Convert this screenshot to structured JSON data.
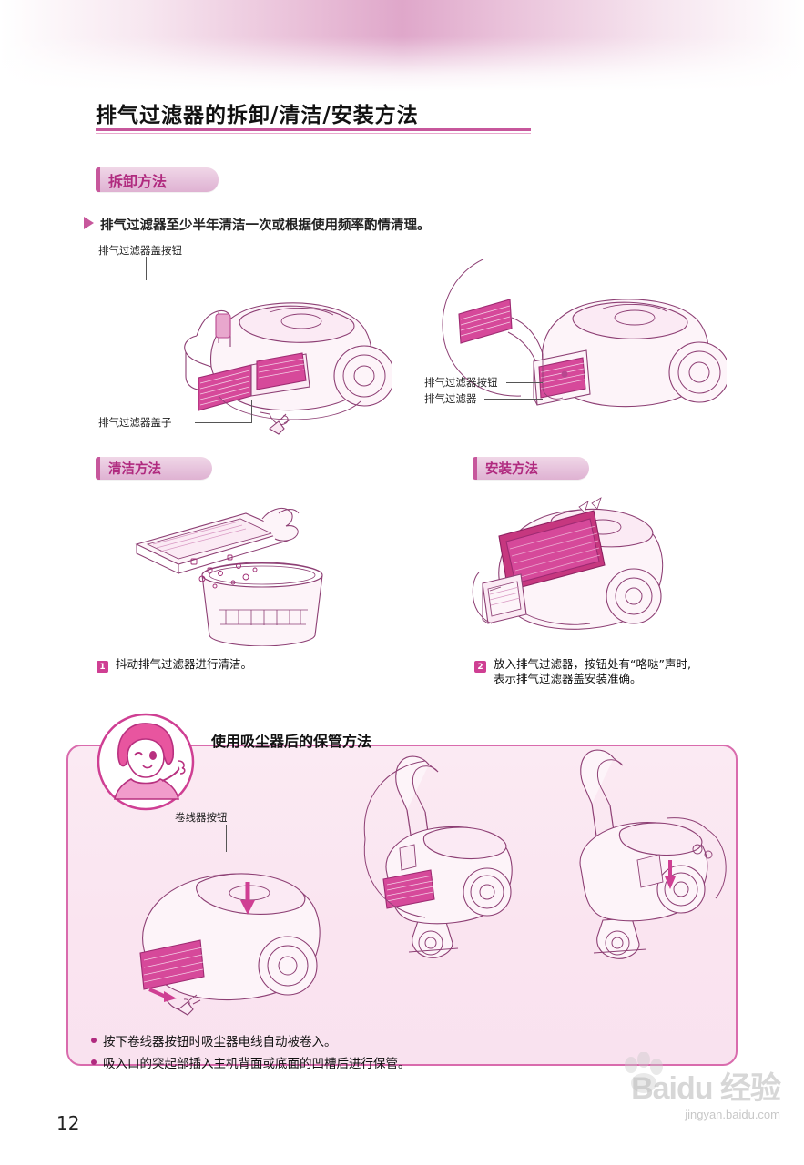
{
  "page": {
    "title": "排气过滤器的拆卸/清洁/安装方法",
    "number": "12"
  },
  "sections": {
    "removal": {
      "pill": "拆卸方法",
      "lead": "排气过滤器至少半年清洁一次或根据使用频率酌情清理。",
      "callouts": {
        "cover_button": "排气过滤器盖按钮",
        "cover": "排气过滤器盖子",
        "filter_button": "排气过滤器按钮",
        "filter": "排气过滤器"
      }
    },
    "cleaning": {
      "pill": "清洁方法",
      "step_num": "1",
      "step_text": "抖动排气过滤器进行清洁。"
    },
    "install": {
      "pill": "安装方法",
      "step_num": "2",
      "step_text_line1": "放入排气过滤器，按钮处有“咯哒”声时,",
      "step_text_line2": "表示排气过滤器盖安装准确。"
    },
    "storage": {
      "title": "使用吸尘器后的保管方法",
      "callout_cord_button": "卷线器按钮",
      "bullets": [
        "按下卷线器按钮时吸尘器电线自动被卷入。",
        "吸入口的突起部插入主机背面或底面的凹槽后进行保管。"
      ]
    }
  },
  "watermark": {
    "main": "Baidu 经验",
    "sub": "jingyan.baidu.com"
  },
  "colors": {
    "accent": "#c7579c",
    "magenta": "#cf3f93",
    "panel_bg": "#fbeaf3",
    "panel_border": "#d96bad"
  }
}
